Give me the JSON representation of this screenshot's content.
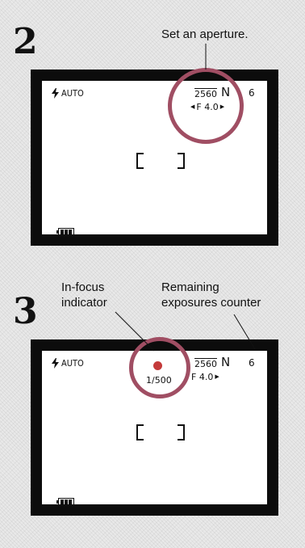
{
  "step2": {
    "number": "2",
    "caption": "Set an aperture.",
    "display": {
      "flash_mode": "AUTO",
      "resolution": "2560",
      "quality": "N",
      "frames_remaining": "6",
      "aperture": "F 4.0"
    }
  },
  "step3": {
    "number": "3",
    "caption_left_line1": "In-focus",
    "caption_left_line2": "indicator",
    "caption_right_line1": "Remaining",
    "caption_right_line2": "exposures counter",
    "display": {
      "flash_mode": "AUTO",
      "resolution": "2560",
      "quality": "N",
      "frames_remaining": "6",
      "shutter_speed": "1/500",
      "aperture": "F 4.0"
    }
  },
  "colors": {
    "callout_ring": "#a04e63",
    "screen_frame": "#0c0c0c",
    "focus_dot": "#c43a3a"
  },
  "icons": [
    "flash-icon",
    "battery-icon",
    "af-bracket-left-icon",
    "af-bracket-right-icon",
    "aperture-left-arrow-icon",
    "aperture-right-arrow-icon",
    "focus-indicator-icon"
  ]
}
